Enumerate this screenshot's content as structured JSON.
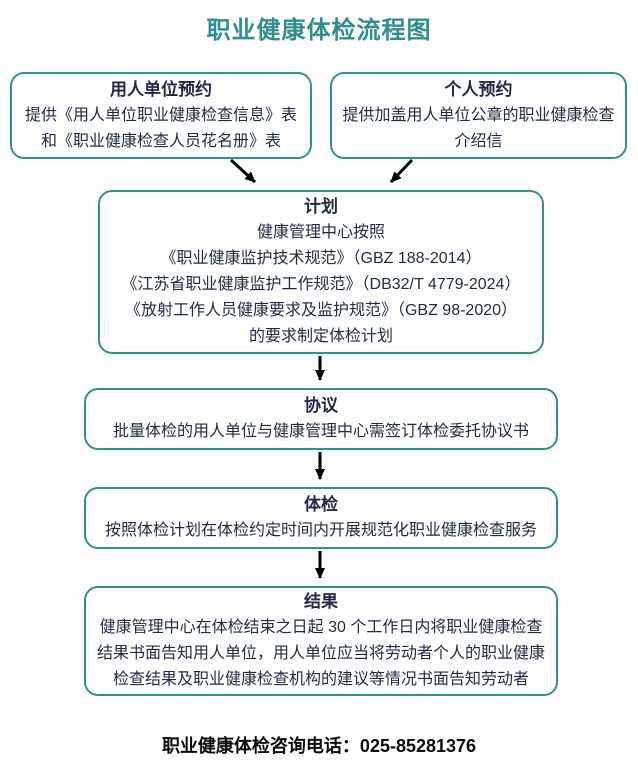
{
  "page": {
    "title": "职业健康体检流程图",
    "footer": "职业健康体检咨询电话：025-85281376"
  },
  "colors": {
    "accent_teal": "#2E9390",
    "text_dark": "#1F2A44",
    "arrow_black": "#000000"
  },
  "flowchart": {
    "employer_booking": {
      "title": "用人单位预约",
      "body": "提供《用人单位职业健康检查信息》表和《职业健康检查人员花名册》表"
    },
    "personal_booking": {
      "title": "个人预约",
      "body": "提供加盖用人单位公章的职业健康检查介绍信"
    },
    "plan": {
      "title": "计划",
      "lines": [
        "健康管理中心按照",
        "《职业健康监护技术规范》（GBZ 188-2014）",
        "《江苏省职业健康监护工作规范》（DB32/T 4779-2024）",
        "《放射工作人员健康要求及监护规范》（GBZ 98-2020）",
        "的要求制定体检计划"
      ]
    },
    "agreement": {
      "title": "协议",
      "body": "批量体检的用人单位与健康管理中心需签订体检委托协议书"
    },
    "examination": {
      "title": "体检",
      "body": "按照体检计划在体检约定时间内开展规范化职业健康检查服务"
    },
    "result": {
      "title": "结果",
      "body": "健康管理中心在体检结束之日起 30 个工作日内将职业健康检查结果书面告知用人单位，用人单位应当将劳动者个人的职业健康检查结果及职业健康检查机构的建议等情况书面告知劳动者"
    }
  }
}
